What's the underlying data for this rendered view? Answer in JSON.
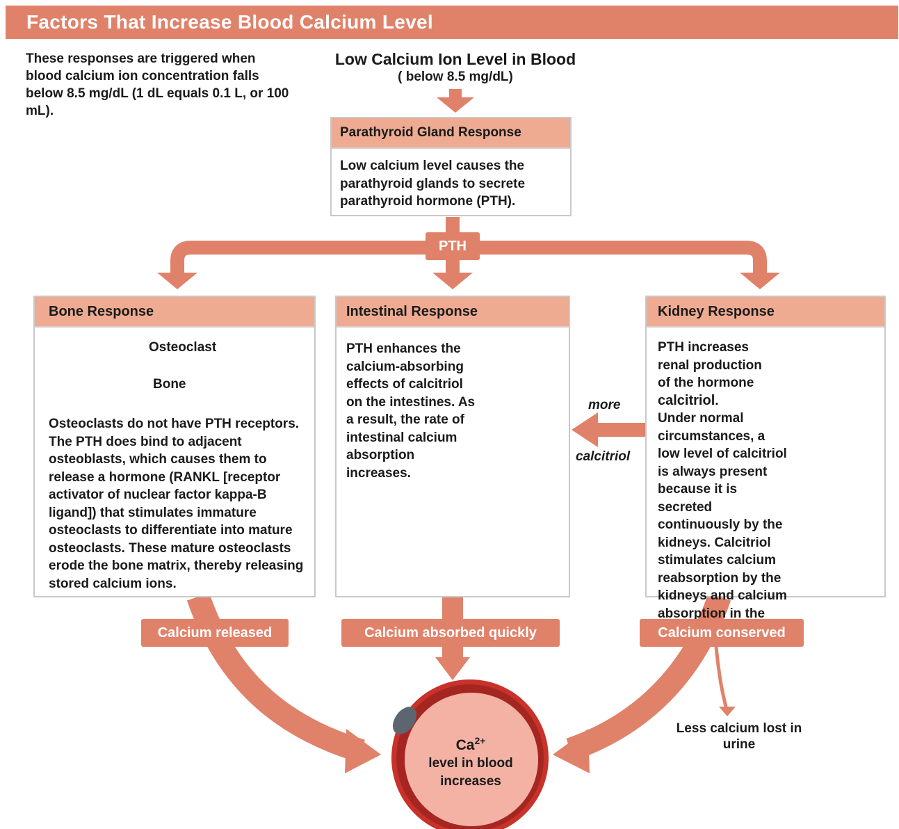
{
  "header": {
    "title": "Factors That Increase Blood Calcium Level"
  },
  "intro": {
    "text": "These responses are triggered when blood calcium ion concentration falls below 8.5 mg/dL (1 dL equals 0.1 L, or 100 mL)."
  },
  "trigger": {
    "title": "Low Calcium Ion Level in Blood",
    "subtitle": "( below 8.5 mg/dL)"
  },
  "parathyroid": {
    "title": "Parathyroid Gland Response",
    "text": "Low calcium level causes the parathyroid glands to secrete parathyroid hormone (PTH)."
  },
  "pth_label": "PTH",
  "bone": {
    "title": "Bone Response",
    "osteoclast_label": "Osteoclast",
    "bone_label": "Bone",
    "text": "Osteoclasts do not have PTH receptors. The PTH does bind to adjacent osteoblasts, which causes them to release a hormone (RANKL [receptor activator of nuclear factor kappa-B ligand]) that stimulates immature osteoclasts to differentiate into mature osteoclasts. These mature osteoclasts erode the bone matrix, thereby releasing stored calcium ions."
  },
  "intestinal": {
    "title": "Intestinal Response",
    "text": "PTH enhances the calcium-absorbing effects of calcitriol on the intestines. As a result, the rate of intestinal calcium absorption increases."
  },
  "kidney": {
    "title": "Kidney Response",
    "text_intro": "PTH increases renal production of the hormone",
    "text_bold": "calcitriol",
    "text_rest": "Under normal circumstances, a low level of calcitriol is always present because it is secreted continuously by the kidneys. Calcitriol stimulates calcium reabsorption by the kidneys and calcium absorption in the intestines."
  },
  "calcitriol_arrow": {
    "more": "more",
    "calcitriol": "calcitriol"
  },
  "outcomes": {
    "bone": "Calcium released",
    "intestinal": "Calcium absorbed quickly",
    "kidney": "Calcium conserved"
  },
  "urine_label": "Less calcium lost in urine",
  "result": {
    "ion": "Ca",
    "charge": "2+",
    "line1": "level in blood",
    "line2": "increases"
  },
  "colors": {
    "accent": "#e0826a",
    "header_fill": "#eeab92",
    "arrow": "#e0826a"
  }
}
